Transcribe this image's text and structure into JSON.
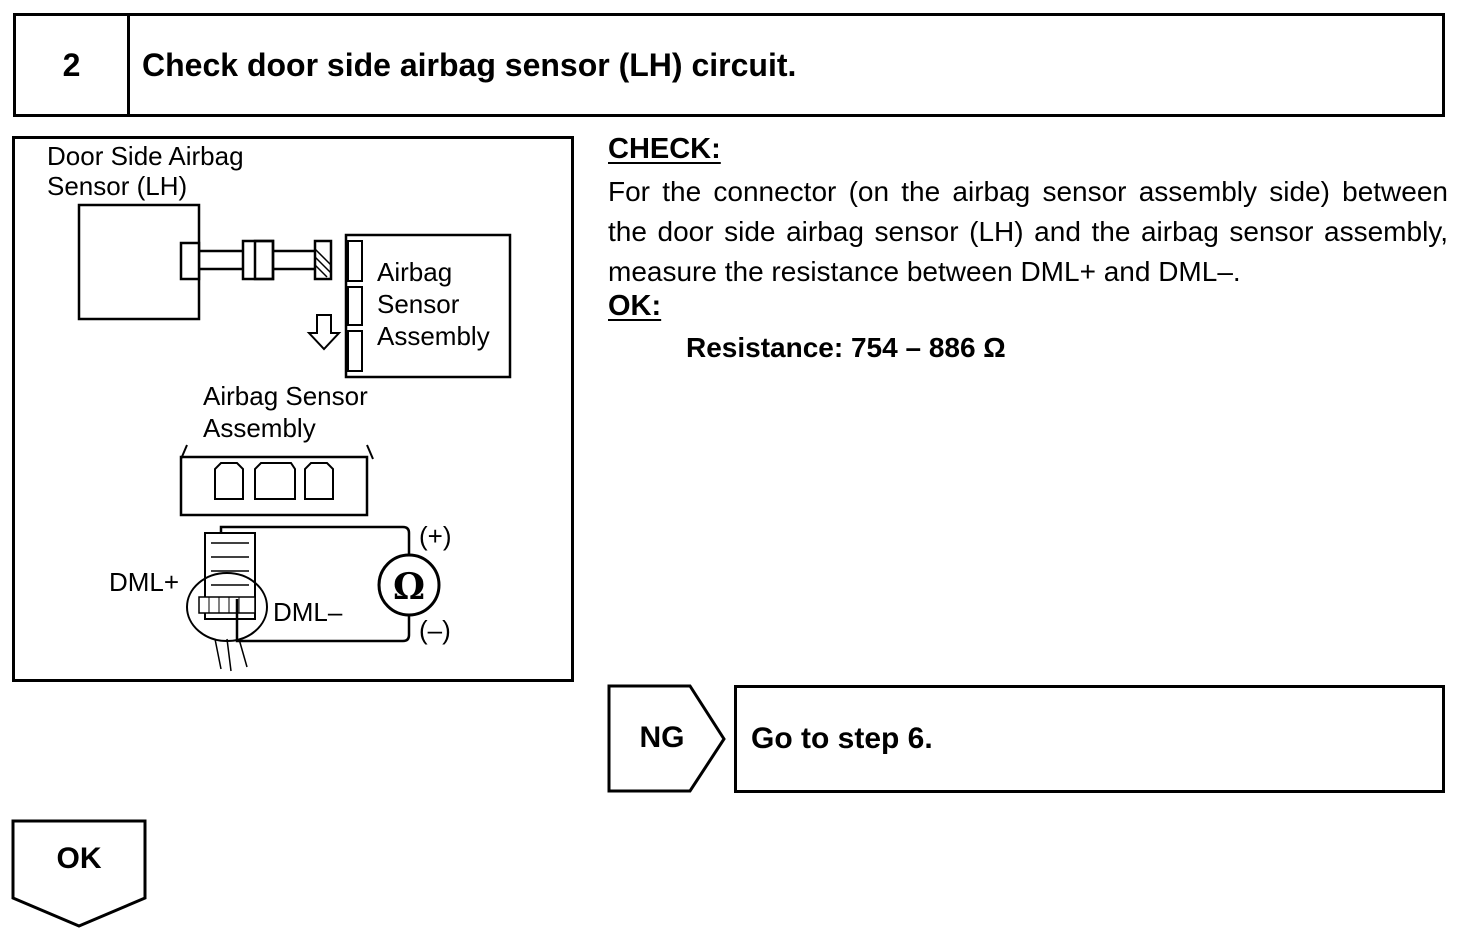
{
  "step": {
    "number": "2",
    "title": "Check door side airbag sensor (LH) circuit."
  },
  "figure": {
    "label_door_sensor_line1": "Door Side Airbag",
    "label_door_sensor_line2": "Sensor (LH)",
    "label_assembly_box_line1": "Airbag",
    "label_assembly_box_line2": "Sensor",
    "label_assembly_box_line3": "Assembly",
    "label_assembly_line1": "Airbag Sensor",
    "label_assembly_line2": "Assembly",
    "label_plus": "(+)",
    "label_minus": "(–)",
    "label_ohm": "Ω",
    "label_dml_plus": "DML+",
    "label_dml_minus": "DML–"
  },
  "check": {
    "heading": "CHECK:",
    "body": "For the connector (on the airbag sensor assembly side) between the door side airbag sensor (LH) and the airbag sensor assembly, measure the resistance between DML+ and DML–."
  },
  "ok": {
    "heading": "OK:",
    "spec": "Resistance: 754 – 886 Ω"
  },
  "ng_branch": {
    "label": "NG",
    "action": "Go to step 6."
  },
  "ok_branch": {
    "label": "OK"
  }
}
